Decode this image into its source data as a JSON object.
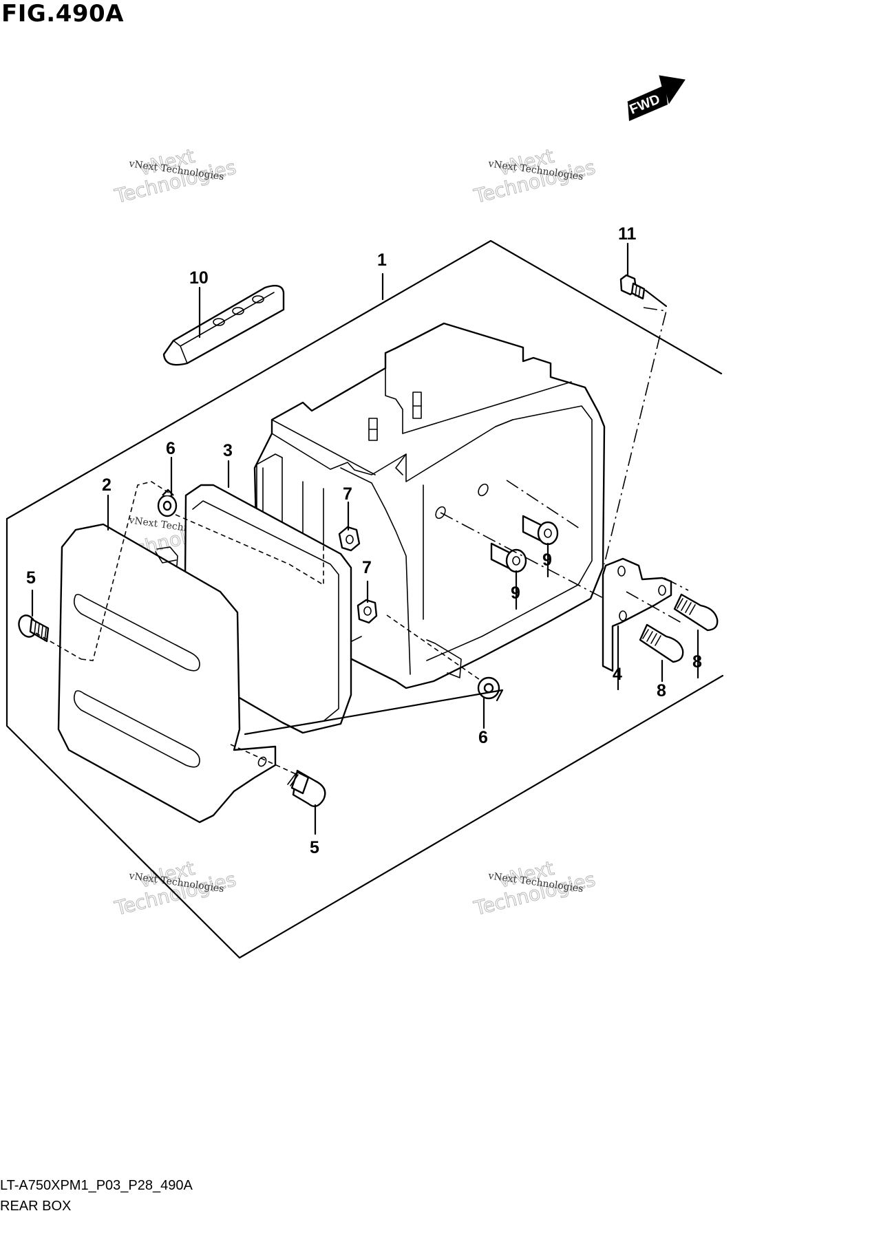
{
  "figure": {
    "title": "FIG.490A",
    "drawing_code": "LT-A750XPM1_P03_P28_490A",
    "assembly_name": "REAR BOX",
    "direction_label": "FWD"
  },
  "callouts": [
    "1",
    "2",
    "3",
    "4",
    "5",
    "5",
    "6",
    "6",
    "7",
    "7",
    "8",
    "8",
    "9",
    "9",
    "10",
    "11"
  ],
  "watermark": {
    "line1": "vNext Technologies",
    "line2": "vNext",
    "line3": "Technologies"
  }
}
